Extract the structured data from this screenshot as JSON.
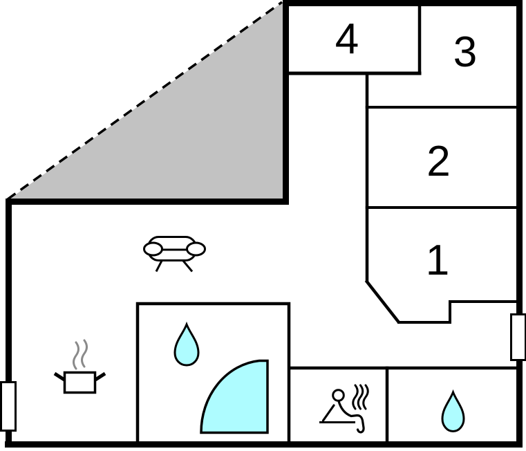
{
  "plan": {
    "type": "floor-plan",
    "rooms": [
      {
        "id": "room-4",
        "label": "4"
      },
      {
        "id": "room-3",
        "label": "3"
      },
      {
        "id": "room-2",
        "label": "2"
      },
      {
        "id": "room-1",
        "label": "1"
      }
    ],
    "colors": {
      "wall": "#000000",
      "roof_overhang": "#c2c2c2",
      "water": "#aefcff",
      "steam": "#8a8a8a",
      "background": "#ffffff"
    },
    "icons": [
      "sofa-icon",
      "stove-pot-icon",
      "steam-icon",
      "water-drop-icon",
      "shower-tray-icon",
      "sauna-person-icon",
      "heat-waves-icon",
      "window-icon",
      "window-icon"
    ]
  }
}
